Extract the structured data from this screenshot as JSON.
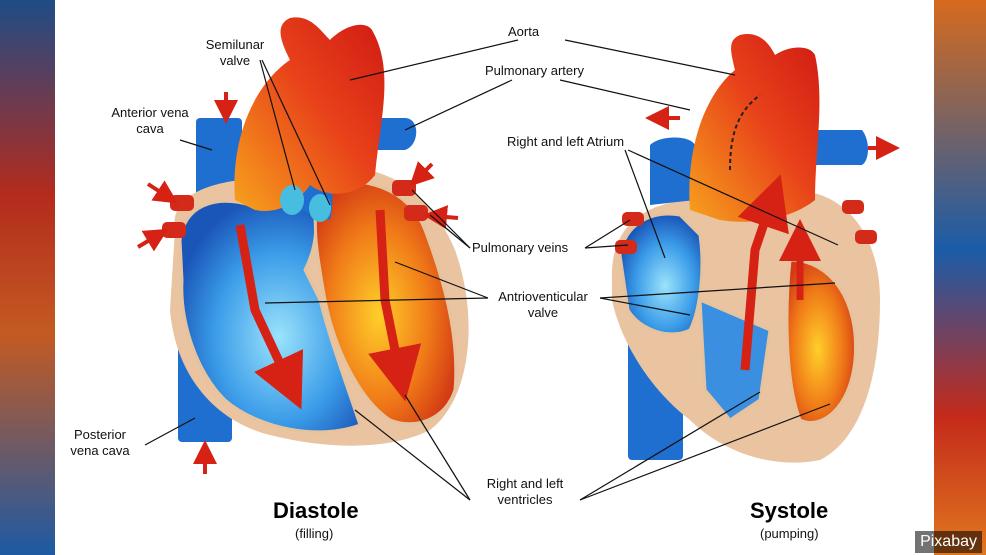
{
  "labels": {
    "aorta": "Aorta",
    "pulmonary_artery": "Pulmonary artery",
    "semilunar_valve": "Semilunar valve",
    "anterior_vena_cava": "Anterior vena cava",
    "right_left_atrium": "Right and left Atrium",
    "pulmonary_veins": "Pulmonary veins",
    "av_valve": "Antrioventicular valve",
    "posterior_vena_cava": "Posterior vena cava",
    "right_left_ventricles": "Right and left ventricles"
  },
  "captions": {
    "left_title": "Diastole",
    "left_sub": "(filling)",
    "right_title": "Systole",
    "right_sub": "(pumping)"
  },
  "credit": "Pixabay",
  "colors": {
    "blood_red": "#d42a1a",
    "aorta_orange": "#f08a1a",
    "vein_blue": "#1f6fd0",
    "chamber_blue": "#6fc8f2",
    "tissue_tan": "#eac3a0"
  }
}
